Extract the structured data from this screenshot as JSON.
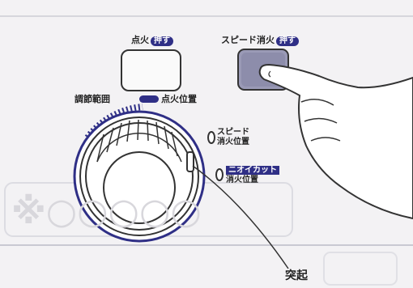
{
  "ignite": {
    "label": "点火",
    "badge": "押す"
  },
  "speed_extinguish": {
    "label": "スピード消火",
    "badge": "押す"
  },
  "adjust_range": {
    "label": "調節範囲"
  },
  "ignite_position": {
    "label": "点火位置"
  },
  "speed_extinguish_position": {
    "line1": "スピード",
    "line2": "消火位置"
  },
  "odor_cut_position": {
    "line1": "ニオイカット",
    "line2": "消火位置"
  },
  "protrusion": {
    "label": "突起"
  },
  "colors": {
    "accent": "#2f2f86",
    "line": "#333333",
    "background": "#f3f2f4"
  },
  "icons": [
    "hand-pointer-icon",
    "dial-knob-icon"
  ]
}
